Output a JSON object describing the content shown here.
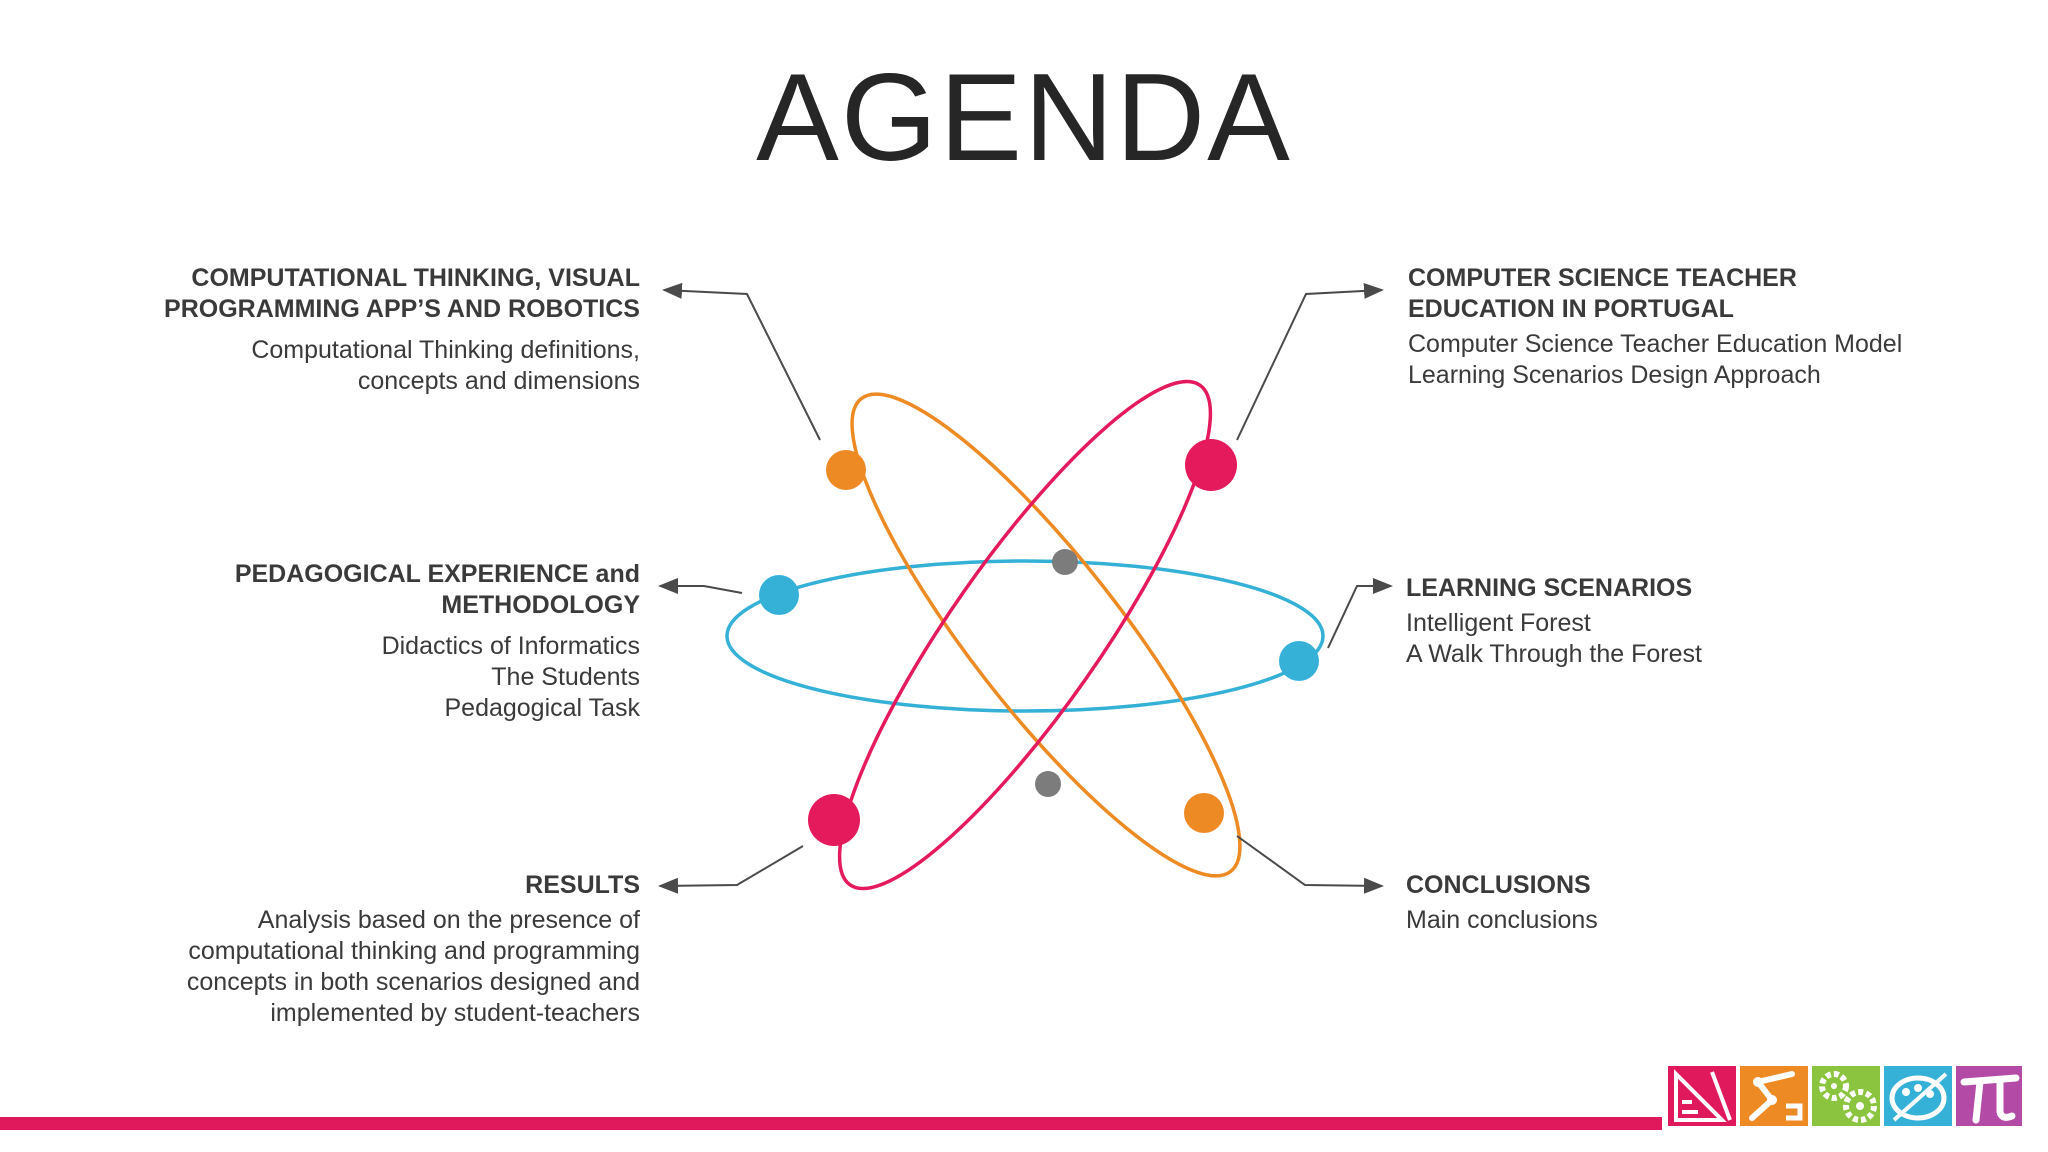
{
  "title": "AGENDA",
  "sections": [
    {
      "id": "ct",
      "heading_lines": [
        "COMPUTATIONAL THINKING, VISUAL",
        "PROGRAMMING APP’S  AND ROBOTICS"
      ],
      "items": [
        "Computational Thinking definitions,",
        "concepts and dimensions"
      ]
    },
    {
      "id": "cste",
      "heading_lines": [
        "COMPUTER SCIENCE TEACHER",
        "EDUCATION IN PORTUGAL"
      ],
      "items": [
        "Computer Science Teacher Education Model",
        "Learning Scenarios Design Approach"
      ]
    },
    {
      "id": "pedagogical",
      "heading_lines": [
        "PEDAGOGICAL EXPERIENCE and",
        "METHODOLOGY"
      ],
      "items": [
        "Didactics of Informatics",
        "The Students",
        "Pedagogical Task"
      ]
    },
    {
      "id": "scenarios",
      "heading_lines": [
        "LEARNING SCENARIOS"
      ],
      "items": [
        "Intelligent Forest",
        "A Walk Through the Forest"
      ]
    },
    {
      "id": "results",
      "heading_lines": [
        "RESULTS"
      ],
      "items": [
        "Analysis based on the presence of",
        "computational thinking and programming",
        "concepts in both scenarios designed and",
        "implemented by student-teachers"
      ]
    },
    {
      "id": "conclusions",
      "heading_lines": [
        "CONCLUSIONS"
      ],
      "items": [
        "Main conclusions"
      ]
    }
  ],
  "colors": {
    "orange": "#ee8a23",
    "pink": "#e41a5c",
    "blue": "#35b1d7",
    "gray": "#7c7c7c",
    "arrow": "#4a4a4a",
    "bar": "#e0195c",
    "logo": [
      "#e0195c",
      "#ee8a23",
      "#8bc53f",
      "#35b1d7",
      "#b24aa6"
    ]
  },
  "logo_icons": [
    "ruler-icon",
    "robot-arm-icon",
    "gears-icon",
    "palette-icon",
    "pi-icon"
  ]
}
